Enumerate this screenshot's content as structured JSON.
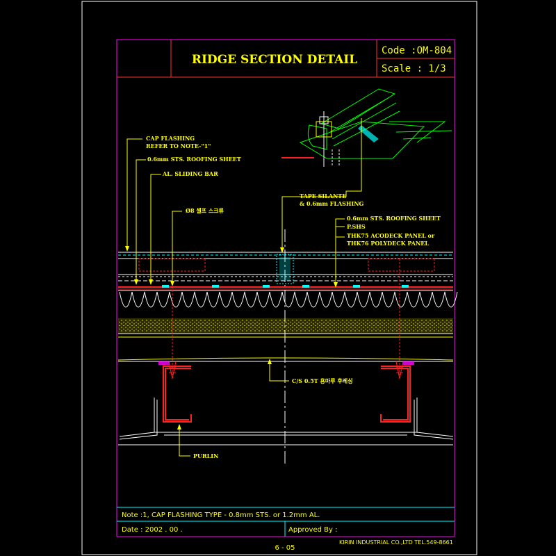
{
  "header": {
    "title": "RIDGE SECTION DETAIL",
    "code": "Code :OM-804",
    "scale": "Scale :  1/3"
  },
  "labels": {
    "cap_flashing_1": "CAP FLASHING",
    "cap_flashing_2": "REFER TO NOTE-\"1\"",
    "roofing_sheet_left": "0.6mm STS. ROOFING SHEET",
    "sliding_bar": "AL. SLIDING BAR",
    "self_screw": "Ø8 셀프 스크류",
    "tape_silante_1": "TAPE SILANTE",
    "tape_silante_2": "& 0.6mm FLASHING",
    "roofing_sheet_right": "0.6mm STS. ROOFING SHEET",
    "pshs": "P.SHS",
    "panel_1": "THK75 ACODECK PANEL or",
    "panel_2": "THK76 POLYDECK PANEL",
    "cs_flashing": "C/S 0.5T 용마루 후레싱",
    "purlin": "PURLIN"
  },
  "footer": {
    "note": "Note :1, CAP FLASHING TYPE - 0.8mm STS. or 1.2mm AL.",
    "date": "Date : 2002 . 00 .",
    "approved": "Approved By :",
    "company": "KIRIN INDUSTRIAL CO.,LTD   TEL.549-8661",
    "page": "6 - 05"
  },
  "colors": {
    "frame": "#ffffff",
    "border": "#ff00ff",
    "title_line": "#ff3030",
    "text": "#ffff00",
    "cyan": "#00ffff",
    "green": "#00ff00",
    "red": "#ff2020"
  }
}
